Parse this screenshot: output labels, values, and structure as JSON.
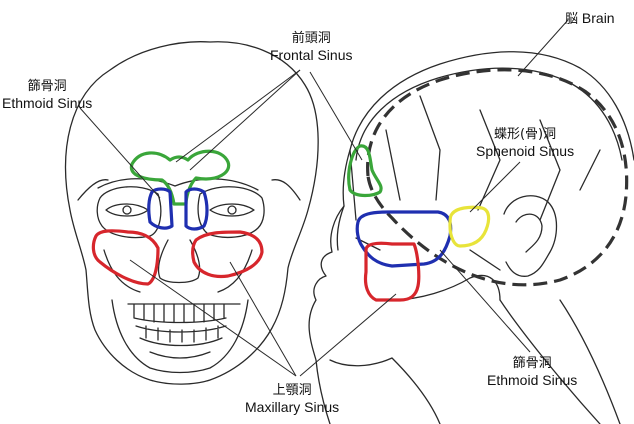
{
  "colors": {
    "frontal": "#3aa63a",
    "ethmoid": "#1f2fb0",
    "maxillary": "#d7262c",
    "sphenoid": "#e8e43a",
    "line": "#2a2a2a",
    "brain_dash": "#333333"
  },
  "labels": {
    "frontal": {
      "jp": "前頭洞",
      "en": "Frontal Sinus"
    },
    "ethmoid_front": {
      "jp": "篩骨洞",
      "en": "Ethmoid Sinus"
    },
    "brain": {
      "jp": "脳",
      "en": "Brain"
    },
    "sphenoid": {
      "jp": "蝶形(骨)洞",
      "en": "Sphenoid Sinus"
    },
    "ethmoid_side": {
      "jp": "篩骨洞",
      "en": "Ethmoid  Sinus"
    },
    "maxillary": {
      "jp": "上顎洞",
      "en": "Maxillary Sinus"
    }
  }
}
